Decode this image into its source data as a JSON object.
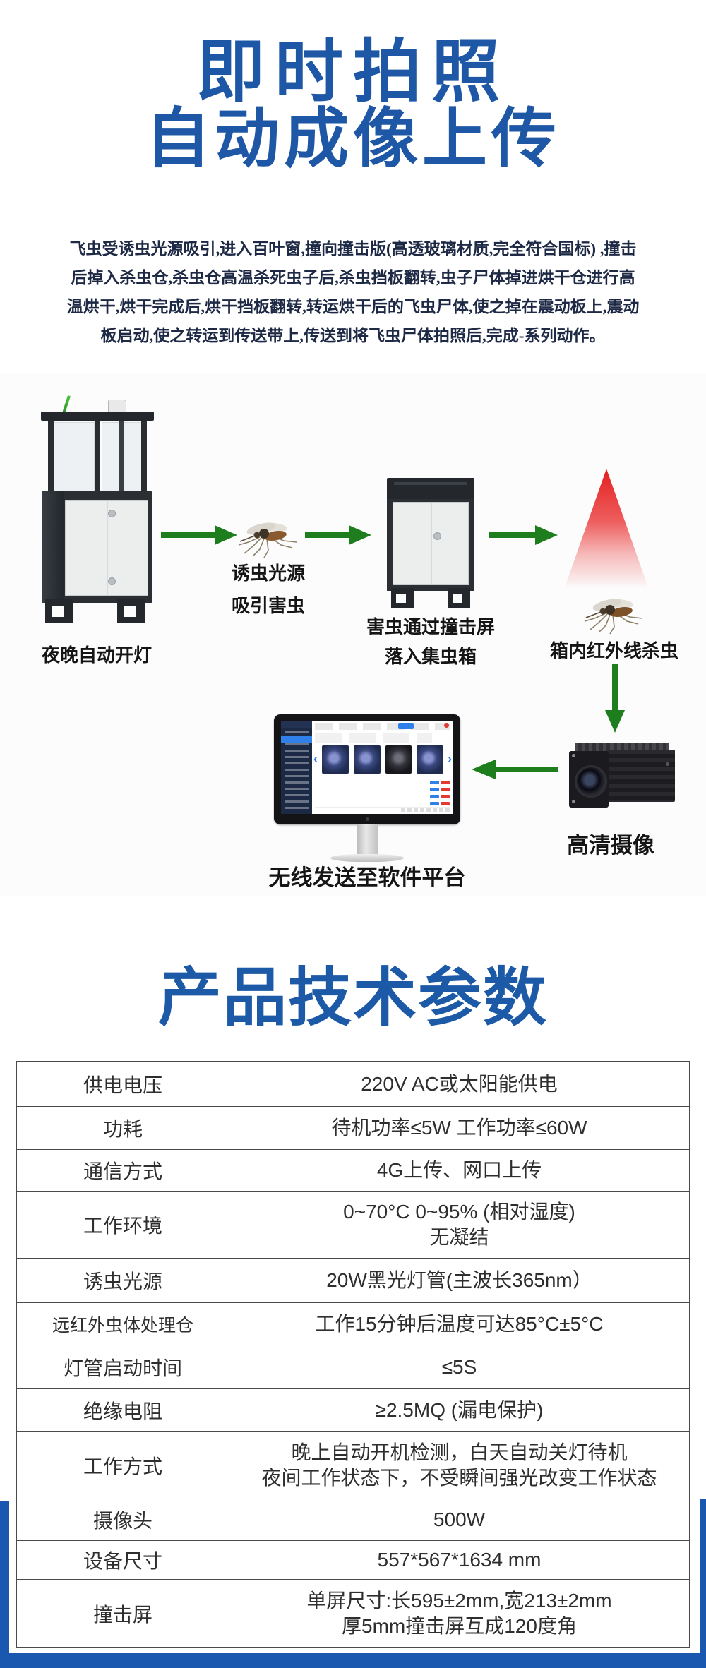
{
  "header": {
    "title_line1": "即时拍照",
    "title_line2": "自动成像上传"
  },
  "intro": {
    "lines": [
      "飞虫受诱虫光源吸引,进入百叶窗,撞向撞击版(高透玻璃材质,完全符合国标) ,撞击",
      "后掉入杀虫仓,杀虫仓高温杀死虫子后,杀虫挡板翻转,虫子尸体掉进烘干仓进行高",
      "温烘干,烘干完成后,烘干挡板翻转,转运烘干后的飞虫尸体,使之掉在震动板上,震动",
      "板启动,使之转运到传送带上,传送到将飞虫尸体拍照后,完成-系列动作。"
    ]
  },
  "diagram": {
    "step1_label": "夜晚自动开灯",
    "step2_label_line1": "诱虫光源",
    "step2_label_line2": "吸引害虫",
    "step3_label_line1": "害虫通过撞击屏",
    "step3_label_line2": "落入集虫箱",
    "step4_label": "箱内红外线杀虫",
    "step5_label": "高清摄像",
    "step6_label": "无线发送至软件平台"
  },
  "section2": {
    "title": "产品技术参数"
  },
  "spec_table": {
    "rows": [
      {
        "label": "供电电压",
        "value": "220V AC或太阳能供电"
      },
      {
        "label": "功耗",
        "value": "待机功率≤5W 工作功率≤60W"
      },
      {
        "label": "通信方式",
        "value": "4G上传、网口上传"
      },
      {
        "label": "工作环境",
        "value": "0~70°C 0~95% (相对湿度)",
        "value2": "无凝结"
      },
      {
        "label": "诱虫光源",
        "value": "20W黑光灯管(主波长365nm）"
      },
      {
        "label": "远红外虫体处理仓",
        "value": "工作15分钟后温度可达85°C±5°C"
      },
      {
        "label": "灯管启动时间",
        "value": "≤5S"
      },
      {
        "label": "绝缘电阻",
        "value": "≥2.5MQ (漏电保护)"
      },
      {
        "label": "工作方式",
        "value": "晚上自动开机检测，白天自动关灯待机",
        "value2": "夜间工作状态下，不受瞬间强光改变工作状态"
      },
      {
        "label": "摄像头",
        "value": "500W"
      },
      {
        "label": "设备尺寸",
        "value": "557*567*1634 mm"
      },
      {
        "label": "撞击屏",
        "value": "单屏尺寸:长595±2mm,宽213±2mm",
        "value2": "厚5mm撞击屏互成120度角"
      }
    ]
  },
  "colors": {
    "heading_blue": "#1d57a5",
    "section_title_blue": "#1c5aa8",
    "paragraph_navy": "#1e2a45",
    "arrow_green": "#1e7e1e",
    "ir_triangle_red": "#e31f1f",
    "frame_blue": "#1a57ae",
    "table_border_gray": "#4a4a4a"
  }
}
